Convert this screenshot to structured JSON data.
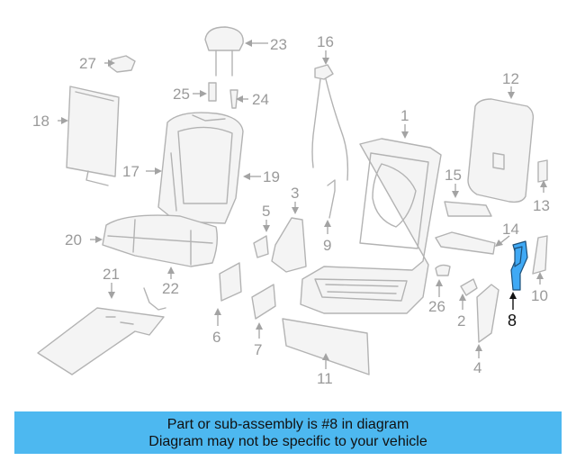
{
  "diagram": {
    "highlight_color": "#3fa9f5",
    "line_color": "#b3b3b3",
    "callouts": [
      "1",
      "2",
      "3",
      "4",
      "5",
      "6",
      "7",
      "8",
      "9",
      "10",
      "11",
      "12",
      "13",
      "14",
      "15",
      "16",
      "17",
      "18",
      "19",
      "20",
      "21",
      "22",
      "23",
      "24",
      "25",
      "26",
      "27"
    ],
    "highlighted_callout": "8"
  },
  "banner": {
    "background": "#4db8f0",
    "line1": "Part or sub-assembly is #8 in diagram",
    "line2": "Diagram may not be specific to your vehicle"
  }
}
